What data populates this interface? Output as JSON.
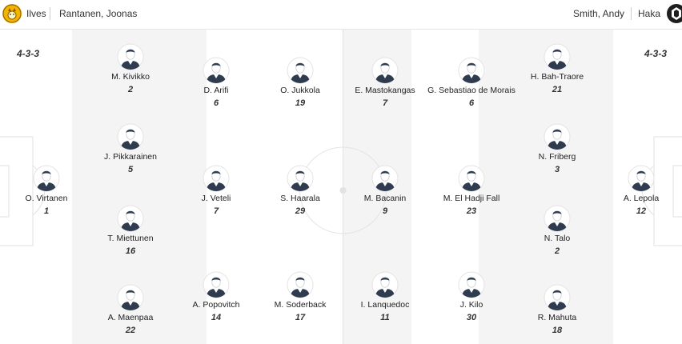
{
  "header": {
    "home_team": "Ilves",
    "home_coach": "Rantanen, Joonas",
    "away_coach": "Smith, Andy",
    "away_team": "Haka"
  },
  "formations": {
    "home": "4-3-3",
    "away": "4-3-3"
  },
  "players": [
    {
      "name": "O. Virtanen",
      "number": "1"
    },
    {
      "name": "M. Kivikko",
      "number": "2"
    },
    {
      "name": "J. Pikkarainen",
      "number": "5"
    },
    {
      "name": "T. Miettunen",
      "number": "16"
    },
    {
      "name": "A. Maenpaa",
      "number": "22"
    },
    {
      "name": "D. Arifi",
      "number": "6"
    },
    {
      "name": "J. Veteli",
      "number": "7"
    },
    {
      "name": "A. Popovitch",
      "number": "14"
    },
    {
      "name": "O. Jukkola",
      "number": "19"
    },
    {
      "name": "S. Haarala",
      "number": "29"
    },
    {
      "name": "M. Soderback",
      "number": "17"
    },
    {
      "name": "E. Mastokangas",
      "number": "7"
    },
    {
      "name": "M. Bacanin",
      "number": "9"
    },
    {
      "name": "I. Lanquedoc",
      "number": "11"
    },
    {
      "name": "G. Sebastiao de Morais",
      "number": "6"
    },
    {
      "name": "M. El Hadji Fall",
      "number": "23"
    },
    {
      "name": "J. Kilo",
      "number": "30"
    },
    {
      "name": "H. Bah-Traore",
      "number": "21"
    },
    {
      "name": "N. Friberg",
      "number": "3"
    },
    {
      "name": "N. Talo",
      "number": "2"
    },
    {
      "name": "R. Mahuta",
      "number": "18"
    },
    {
      "name": "A. Lepola",
      "number": "12"
    }
  ],
  "colors": {
    "avatar_dark": "#2f3b4f",
    "pitch_stripe": "#f4f4f4",
    "pitch_line": "#e2e2e2",
    "home_logo": "#f2b400",
    "away_logo": "#1e1e1e"
  }
}
